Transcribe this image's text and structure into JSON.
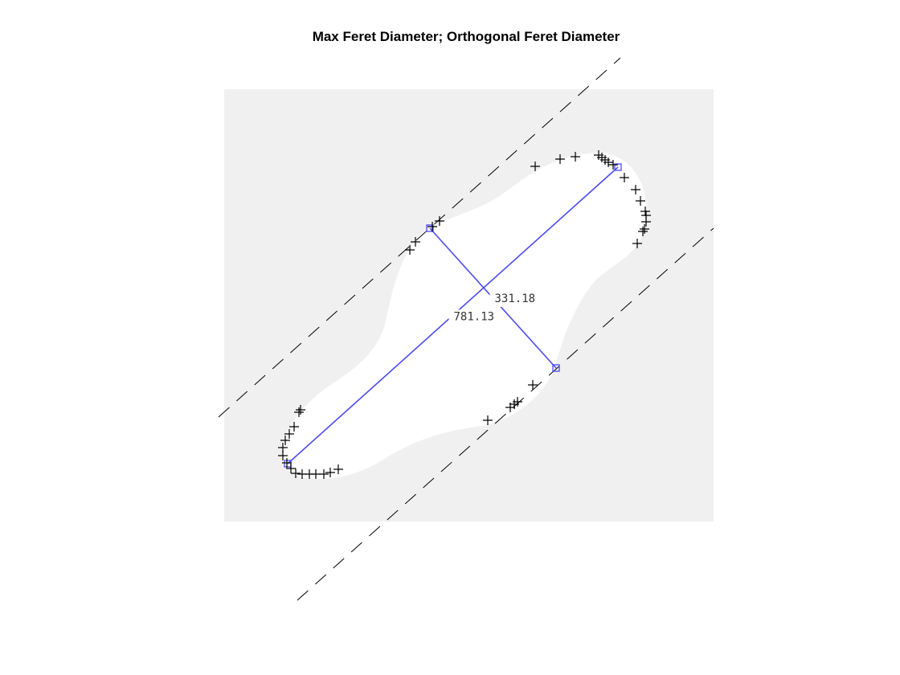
{
  "chart_data": {
    "type": "scatter",
    "title": "Max Feret Diameter; Orthogonal Feret Diameter",
    "xlabel": "",
    "ylabel": "",
    "xlim": [
      0,
      609
    ],
    "ylim": [
      0,
      538
    ],
    "y_direction": "reverse",
    "grid": false,
    "colors": {
      "axes_background": "#f0f0f0",
      "object": "#ffffff",
      "feret": "#4a4af5",
      "markers": "#000000"
    },
    "max_feret": {
      "label": "781.13",
      "p1": [
        79,
        466
      ],
      "p2": [
        490,
        97
      ]
    },
    "orthogonal_feret": {
      "label": "331.18",
      "p1": [
        256,
        173
      ],
      "p2": [
        413,
        347
      ]
    },
    "caliper_lines": [
      {
        "p1": [
          -7,
          408
        ],
        "p2": [
          493,
          -39
        ]
      },
      {
        "p1": [
          91,
          636
        ],
        "p2": [
          609,
          173
        ]
      }
    ],
    "hull_points": [
      [
        387,
        96
      ],
      [
        418,
        87
      ],
      [
        437,
        84
      ],
      [
        466,
        82
      ],
      [
        470,
        85
      ],
      [
        474,
        88
      ],
      [
        478,
        91
      ],
      [
        484,
        94
      ],
      [
        498,
        110
      ],
      [
        512,
        125
      ],
      [
        518,
        139
      ],
      [
        524,
        152
      ],
      [
        525,
        157
      ],
      [
        525,
        165
      ],
      [
        523,
        174
      ],
      [
        521,
        177
      ],
      [
        514,
        192
      ],
      [
        268,
        164
      ],
      [
        259,
        171
      ],
      [
        238,
        190
      ],
      [
        231,
        200
      ],
      [
        95,
        399
      ],
      [
        93,
        402
      ],
      [
        87,
        420
      ],
      [
        81,
        429
      ],
      [
        76,
        437
      ],
      [
        73,
        446
      ],
      [
        73,
        456
      ],
      [
        78,
        465
      ],
      [
        83,
        472
      ],
      [
        89,
        478
      ],
      [
        97,
        479
      ],
      [
        106,
        479
      ],
      [
        114,
        479
      ],
      [
        124,
        479
      ],
      [
        132,
        477
      ],
      [
        142,
        473
      ],
      [
        328,
        412
      ],
      [
        356,
        396
      ],
      [
        361,
        392
      ],
      [
        365,
        389
      ],
      [
        384,
        368
      ]
    ]
  }
}
